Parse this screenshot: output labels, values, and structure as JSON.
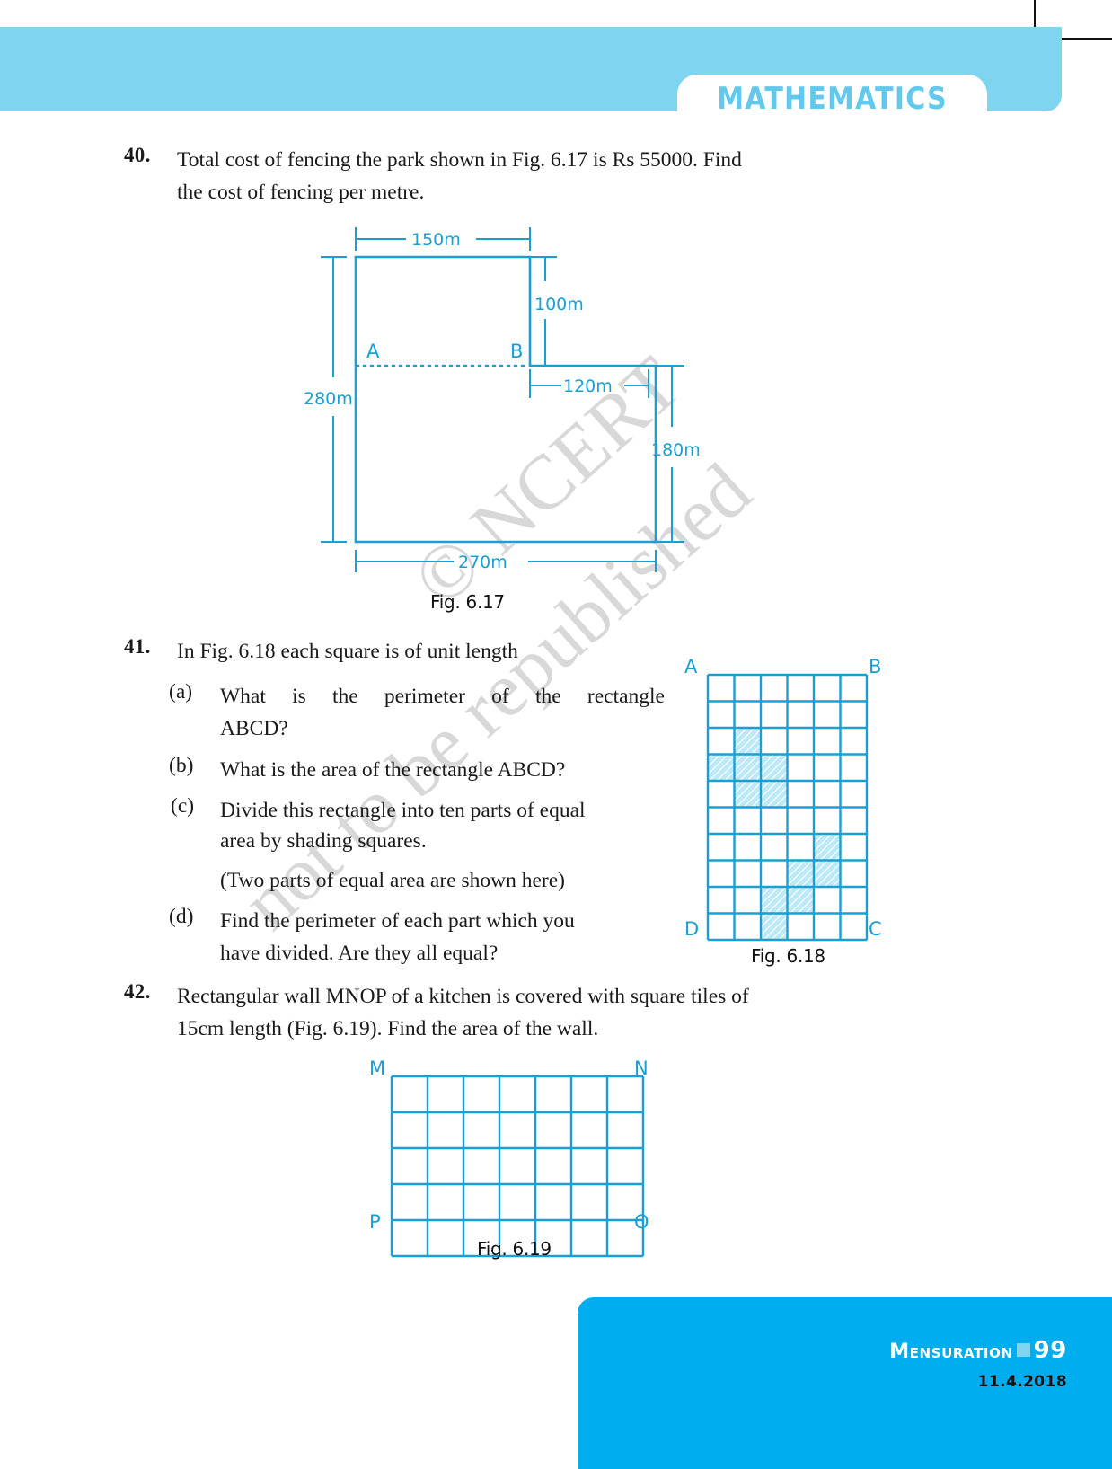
{
  "header": {
    "subject": "MATHEMATICS"
  },
  "questions": [
    {
      "number": "40.",
      "line1": "Total cost of fencing the park shown in Fig. 6.17 is Rs 55000. Find",
      "line2": "the cost of fencing per metre."
    },
    {
      "number": "41.",
      "stem": "In Fig. 6.18 each square is of unit length",
      "parts": [
        {
          "label": "(a)",
          "line1": "What is the perimeter of the rectangle",
          "line2": "ABCD?"
        },
        {
          "label": "(b)",
          "line1": "What is the area of the rectangle ABCD?",
          "line2": ""
        },
        {
          "label": "(c)",
          "line1": "Divide this rectangle into ten parts of equal",
          "line2": "area by shading squares.",
          "line3": "(Two parts of equal area are shown here)"
        },
        {
          "label": "(d)",
          "line1": "Find the perimeter of each part which you",
          "line2": "have divided. Are they all equal?"
        }
      ]
    },
    {
      "number": "42.",
      "line1": "Rectangular wall MNOP of a kitchen is covered with square tiles of",
      "line2": "15cm length (Fig. 6.19). Find the area of the wall."
    }
  ],
  "fig617": {
    "caption": "Fig. 6.17",
    "dimensions": {
      "top": "150m",
      "right_upper": "100m",
      "inner": "120m",
      "right_lower": "180m",
      "left": "280m",
      "bottom": "270m"
    },
    "points": {
      "a": "A",
      "b": "B"
    }
  },
  "fig618": {
    "caption": "Fig. 6.18",
    "corners": {
      "a": "A",
      "b": "B",
      "c": "C",
      "d": "D"
    },
    "cols": 6,
    "rows": 10,
    "shaded_cells": [
      [
        2,
        1
      ],
      [
        3,
        0
      ],
      [
        3,
        1
      ],
      [
        3,
        2
      ],
      [
        4,
        1
      ],
      [
        4,
        2
      ],
      [
        6,
        4
      ],
      [
        7,
        3
      ],
      [
        7,
        4
      ],
      [
        8,
        2
      ],
      [
        8,
        3
      ],
      [
        9,
        2
      ]
    ]
  },
  "fig619": {
    "caption": "Fig. 6.19",
    "corners": {
      "m": "M",
      "n": "N",
      "o": "O",
      "p": "P"
    },
    "cols": 7,
    "rows": 5
  },
  "watermark": {
    "line1": "© NCERT",
    "line2": "not to be republished"
  },
  "footer": {
    "chapter_first": "M",
    "chapter_rest": "ENSURATION",
    "page": "99",
    "date": "11.4.2018"
  },
  "colors": {
    "header_band": "#7fd4f0",
    "accent_blue": "#1a9fd4",
    "footer_band": "#00adef",
    "grid_line": "#1a9fd4",
    "shade_fill": "#bce9f7"
  }
}
